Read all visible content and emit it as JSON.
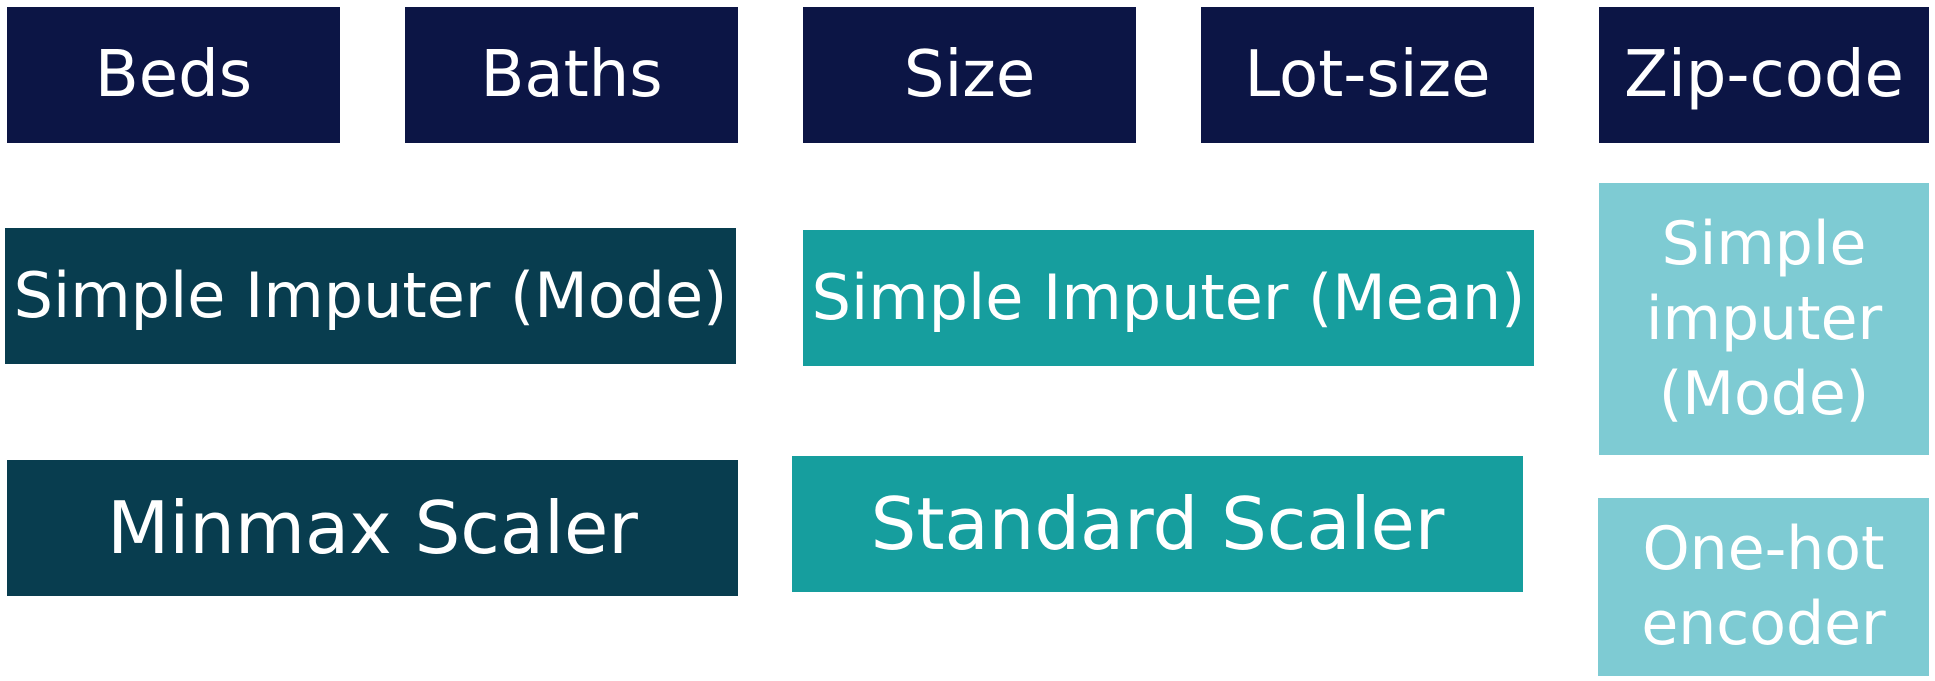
{
  "features": {
    "beds": "Beds",
    "baths": "Baths",
    "size": "Size",
    "lot_size": "Lot-size",
    "zip_code": "Zip-code"
  },
  "imputers": {
    "beds_baths": "Simple Imputer (Mode)",
    "size_lot": "Simple Imputer (Mean)",
    "zip": "Simple imputer (Mode)"
  },
  "transformers": {
    "beds_baths": "Minmax Scaler",
    "size_lot": "Standard Scaler",
    "zip": "One-hot encoder"
  },
  "colors": {
    "navy": "#0c1545",
    "dark_teal": "#083d4f",
    "teal": "#169e9e",
    "light_teal": "#7ecbd3",
    "text": "#ffffff"
  }
}
